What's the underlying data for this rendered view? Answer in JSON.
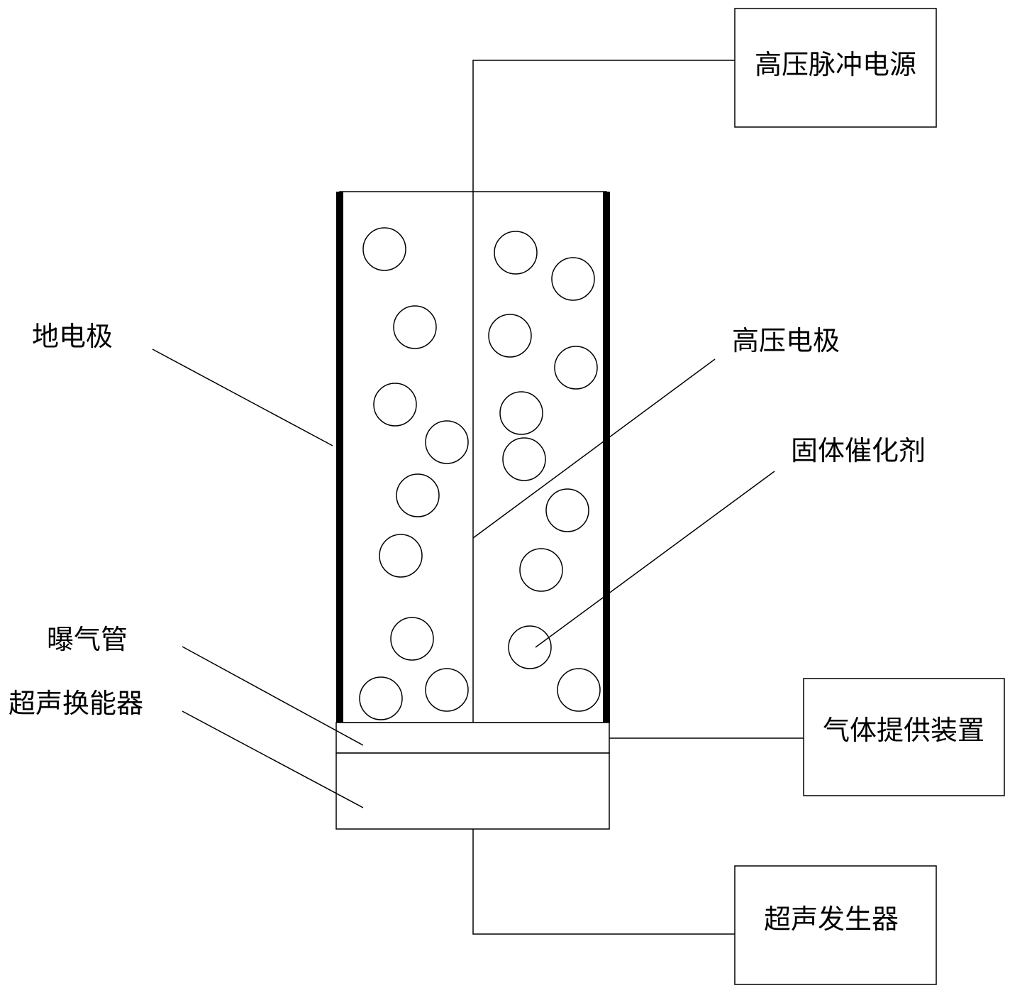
{
  "labels": {
    "power_supply": "高压脉冲电源",
    "ground_electrode": "地电极",
    "hv_electrode": "高压电极",
    "solid_catalyst": "固体催化剂",
    "aeration_tube": "曝气管",
    "ultrasonic_transducer": "超声换能器",
    "gas_supply": "气体提供装置",
    "ultrasonic_generator": "超声发生器"
  },
  "colors": {
    "line": "#000000",
    "background": "#ffffff"
  }
}
